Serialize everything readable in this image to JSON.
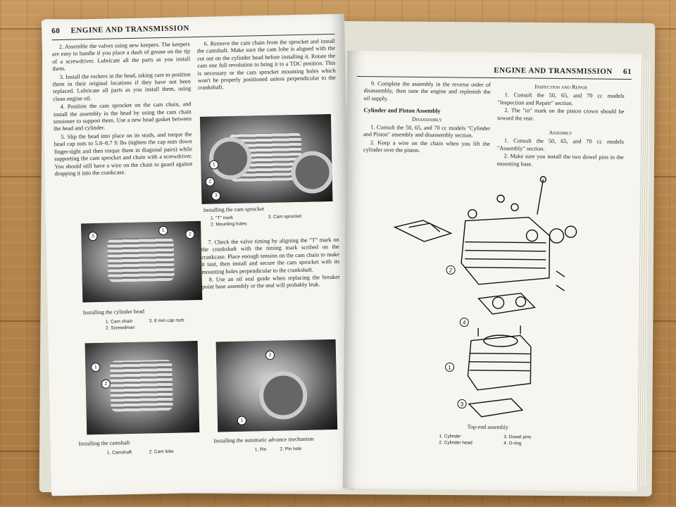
{
  "left_page": {
    "page_number": "60",
    "running_head": "ENGINE AND TRANSMISSION",
    "col1_paragraphs": [
      "2. Assemble the valves using new keepers. The keepers are easy to handle if you place a daub of grease on the tip of a screwdriver. Lubricate all the parts as you install them.",
      "3. Install the rockers in the head, taking care to position them in their original locations if they have not been replaced. Lubricate all parts as you install them, using clean engine oil.",
      "4. Position the cam sprocket on the cam chain, and install the assembly in the head by using the cam chain tensioner to support them. Use a new head gasket between the head and cylinder.",
      "5. Slip the head into place on its studs, and torque the head cap nuts to 5.8–8.7 ft lbs (tighten the cap nuts down finger-tight and then torque them in diagonal pairs) while supporting the cam sprocket and chain with a screwdriver. You should still have a wire on the chain to guard against dropping it into the crankcase."
    ],
    "col2_paragraphs_top": [
      "6. Remove the cam chain from the sprocket and install the camshaft. Make sure the cam lobe is aligned with the cut out on the cylinder head before installing it. Rotate the cam one full revolution to bring it to a TDC position. This is necessary or the cam sprocket mounting holes which won't be properly positioned unless perpendicular to the crankshaft."
    ],
    "col2_paragraphs_bottom": [
      "7. Check the valve timing by aligning the \"T\" mark on the crankshaft with the timing mark scribed on the crankcase. Place enough tension on the cam chain to make it taut, then install and secure the cam sprocket with its mounting holes perpendicular to the crankshaft.",
      "8. Use an oil seal guide when replacing the breaker point base assembly or the seal will probably leak."
    ],
    "figures": {
      "cam_sprocket": {
        "caption": "Installing the cam sprocket",
        "legend": [
          "1. \"T\" mark",
          "2. Mounting holes",
          "3. Cam sprocket"
        ],
        "callouts": [
          "1",
          "2",
          "3"
        ]
      },
      "cylinder_head": {
        "caption": "Installing the cylinder head",
        "legend": [
          "1. Cam chain",
          "2. Screwdriver",
          "3. 8 mm cap nuts"
        ],
        "callouts": [
          "3",
          "1",
          "2"
        ]
      },
      "camshaft": {
        "caption": "Installing the camshaft",
        "legend": [
          "1. Camshaft",
          "2. Cam lobe"
        ],
        "callouts": [
          "1",
          "2"
        ]
      },
      "advance": {
        "caption": "Installing the automatic advance mechanism",
        "legend": [
          "1. Pin",
          "2. Pin hole"
        ],
        "callouts": [
          "2",
          "1"
        ]
      }
    }
  },
  "right_page": {
    "page_number": "61",
    "running_head": "ENGINE AND TRANSMISSION",
    "col1_intro": "9. Complete the assembly in the reverse order of disassembly, then tune the engine and replenish the oil supply.",
    "section_heading": "Cylinder and Piston Assembly",
    "disassembly_heading": "Disassembly",
    "disassembly_paragraphs": [
      "1. Consult the 50, 65, and 70 cc models \"Cylinder and Piston\" assembly and disassembly section.",
      "2. Keep a wire on the chain when you lift the cylinder over the piston."
    ],
    "inspection_heading": "Inspection and Repair",
    "inspection_paragraphs": [
      "1. Consult the 50, 65, and 70 cc models \"Inspection and Repair\" section.",
      "2. The \"in\" mark on the piston crown should be toward the rear."
    ],
    "assembly_heading": "Assembly",
    "assembly_paragraphs": [
      "1. Consult the 50, 65, and 70 cc models \"Assembly\" section.",
      "2. Make sure you install the two dowel pins in the mounting base."
    ],
    "diagram": {
      "caption": "Top-end assembly",
      "legend": [
        "1. Cylinder",
        "2. Cylinder head",
        "3. Dowel pins",
        "4. O-ring"
      ],
      "callouts": [
        "2",
        "4",
        "1",
        "3"
      ]
    }
  }
}
